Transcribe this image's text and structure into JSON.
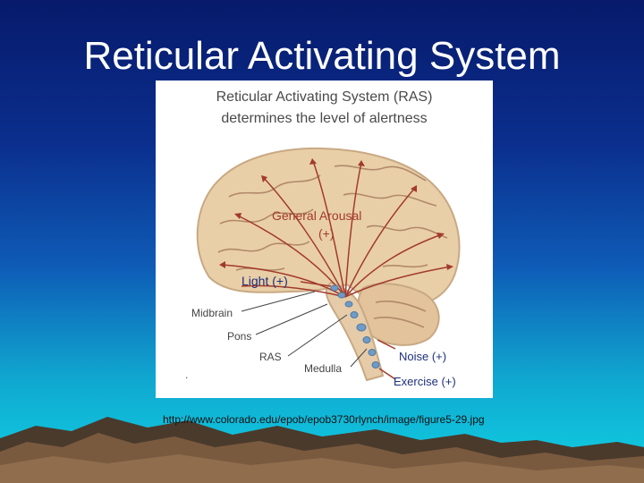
{
  "slide": {
    "title": "Reticular Activating System",
    "caption": "http://www.colorado.edu/epob/epob3730rlynch/image/figure5-29.jpg"
  },
  "diagram": {
    "title_line1": "Reticular Activating System (RAS)",
    "title_line2": "determines the level of alertness",
    "labels": {
      "general_arousal": "General Arousal",
      "general_arousal_sign": "(+)",
      "light": "Light (+)",
      "midbrain": "Midbrain",
      "pons": "Pons",
      "ras": "RAS",
      "medulla": "Medulla",
      "noise": "Noise (+)",
      "exercise": "Exercise (+)",
      "dot": "."
    },
    "colors": {
      "brain": "#e9cfa8",
      "brain_fold": "#b0896a",
      "arrow": "#a23a2c",
      "ras_node": "#6f9bc4",
      "label_red": "#a23a2c",
      "label_blue": "#1e2f7a",
      "label_gray": "#444444"
    }
  }
}
